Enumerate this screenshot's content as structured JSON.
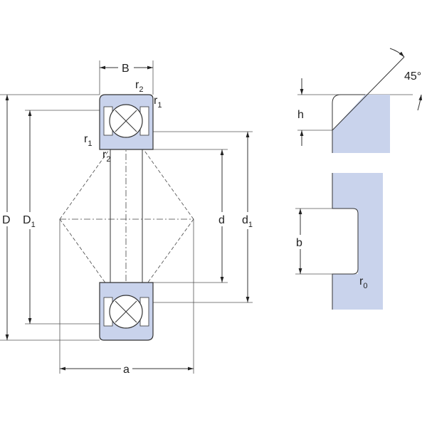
{
  "title": "Angular contact ball bearing dimension drawing",
  "colors": {
    "ring_fill": "#c9d3ec",
    "line": "#333333"
  },
  "labels": {
    "B": "B",
    "r2_top": {
      "base": "r",
      "sub": "2"
    },
    "r1_top": {
      "base": "r",
      "sub": "1"
    },
    "r1_side": {
      "base": "r",
      "sub": "1"
    },
    "r2_side": {
      "base": "r",
      "sub": "2"
    },
    "D": "D",
    "D1": {
      "base": "D",
      "sub": "1"
    },
    "d": "d",
    "d1": {
      "base": "d",
      "sub": "1"
    },
    "a": "a",
    "h": "h",
    "angle": "45°",
    "b": "b",
    "r0": {
      "base": "r",
      "sub": "0"
    }
  }
}
